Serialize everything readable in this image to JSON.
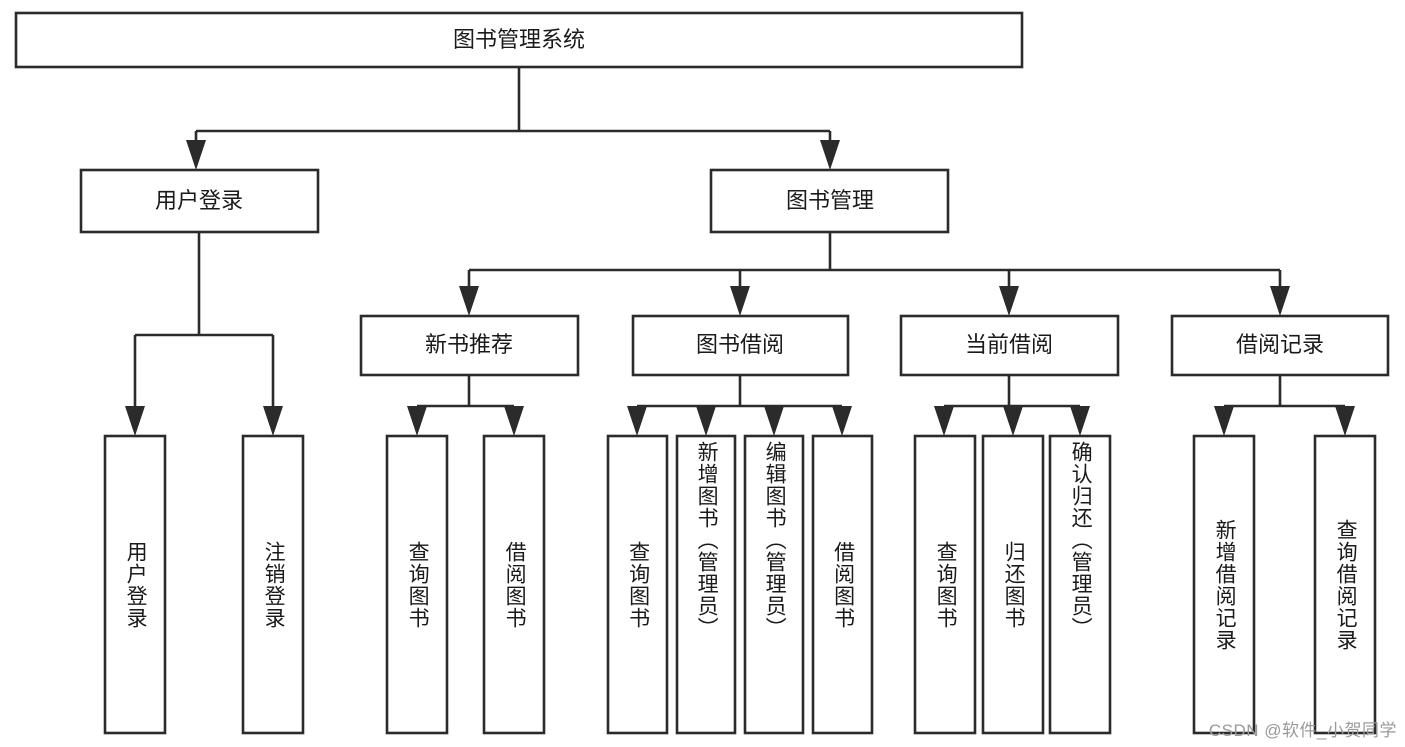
{
  "diagram": {
    "type": "tree-hierarchy-chart",
    "title": "图书管理系统",
    "orientation": "top-down",
    "levels": 4,
    "root": {
      "id": "root",
      "label": "图书管理系统",
      "text_direction": "horizontal"
    },
    "level2": [
      {
        "id": "user-login",
        "label": "用户登录",
        "text_direction": "horizontal"
      },
      {
        "id": "book-manage",
        "label": "图书管理",
        "text_direction": "horizontal"
      }
    ],
    "level3": [
      {
        "id": "new-book-recommend",
        "label": "新书推荐",
        "text_direction": "horizontal",
        "parent": "book-manage"
      },
      {
        "id": "book-borrow",
        "label": "图书借阅",
        "text_direction": "horizontal",
        "parent": "book-manage"
      },
      {
        "id": "current-borrow",
        "label": "当前借阅",
        "text_direction": "horizontal",
        "parent": "book-manage"
      },
      {
        "id": "borrow-record",
        "label": "借阅记录",
        "text_direction": "horizontal",
        "parent": "book-manage"
      }
    ],
    "leaves": [
      {
        "id": "leaf-user-login",
        "label": "用户登录",
        "text_direction": "vertical",
        "parent": "user-login"
      },
      {
        "id": "leaf-user-logout",
        "label": "注销登录",
        "text_direction": "vertical",
        "parent": "user-login"
      },
      {
        "id": "leaf-query-book-1",
        "label": "查询图书",
        "text_direction": "vertical",
        "parent": "new-book-recommend"
      },
      {
        "id": "leaf-borrow-book-1",
        "label": "借阅图书",
        "text_direction": "vertical",
        "parent": "new-book-recommend"
      },
      {
        "id": "leaf-query-book-2",
        "label": "查询图书",
        "text_direction": "vertical",
        "parent": "book-borrow"
      },
      {
        "id": "leaf-add-book",
        "label": "新增图书（管理员）",
        "text_direction": "vertical",
        "parent": "book-borrow"
      },
      {
        "id": "leaf-edit-book",
        "label": "编辑图书（管理员）",
        "text_direction": "vertical",
        "parent": "book-borrow"
      },
      {
        "id": "leaf-borrow-book-2",
        "label": "借阅图书",
        "text_direction": "vertical",
        "parent": "book-borrow"
      },
      {
        "id": "leaf-query-book-3",
        "label": "查询图书",
        "text_direction": "vertical",
        "parent": "current-borrow"
      },
      {
        "id": "leaf-return-book",
        "label": "归还图书",
        "text_direction": "vertical",
        "parent": "current-borrow"
      },
      {
        "id": "leaf-confirm-return",
        "label": "确认归还（管理员）",
        "text_direction": "vertical",
        "parent": "current-borrow"
      },
      {
        "id": "leaf-add-record",
        "label": "新增借阅记录",
        "text_direction": "vertical",
        "parent": "borrow-record"
      },
      {
        "id": "leaf-query-record",
        "label": "查询借阅记录",
        "text_direction": "vertical",
        "parent": "borrow-record"
      }
    ],
    "colors": {
      "box_fill": "#ffffff",
      "box_stroke": "#2b2b2b",
      "connector": "#2b2b2b",
      "text": "#1a1a1a",
      "watermark": "#9a9a9a",
      "background": "#ffffff"
    }
  },
  "watermark": {
    "text": "CSDN @软件_小贺同学"
  }
}
